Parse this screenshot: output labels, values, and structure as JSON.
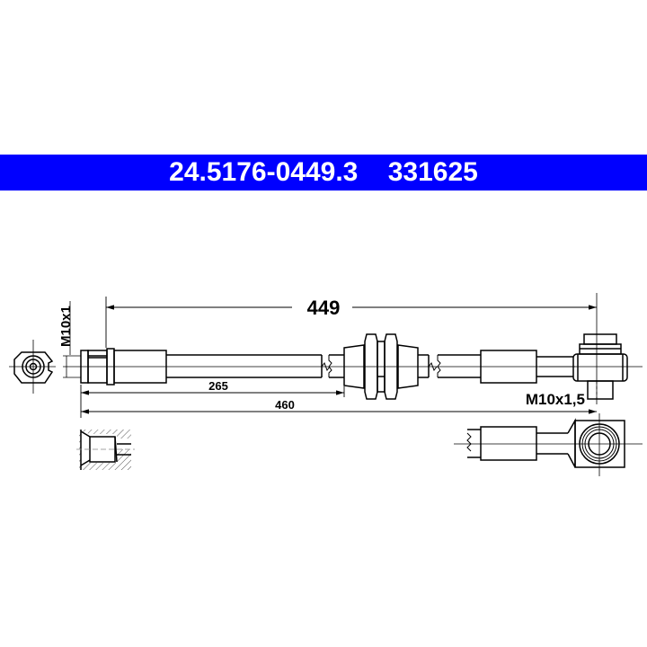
{
  "header": {
    "part_number": "24.5176-0449.3",
    "alt_number": "331625",
    "banner_color": "#0000ff",
    "text_color": "#ffffff"
  },
  "drawing": {
    "dimensions": {
      "overall_length": "449",
      "to_bracket": "265",
      "total_length": "460"
    },
    "threads": {
      "left_fitting": "M10x1",
      "right_fitting": "M10x1,5"
    }
  }
}
